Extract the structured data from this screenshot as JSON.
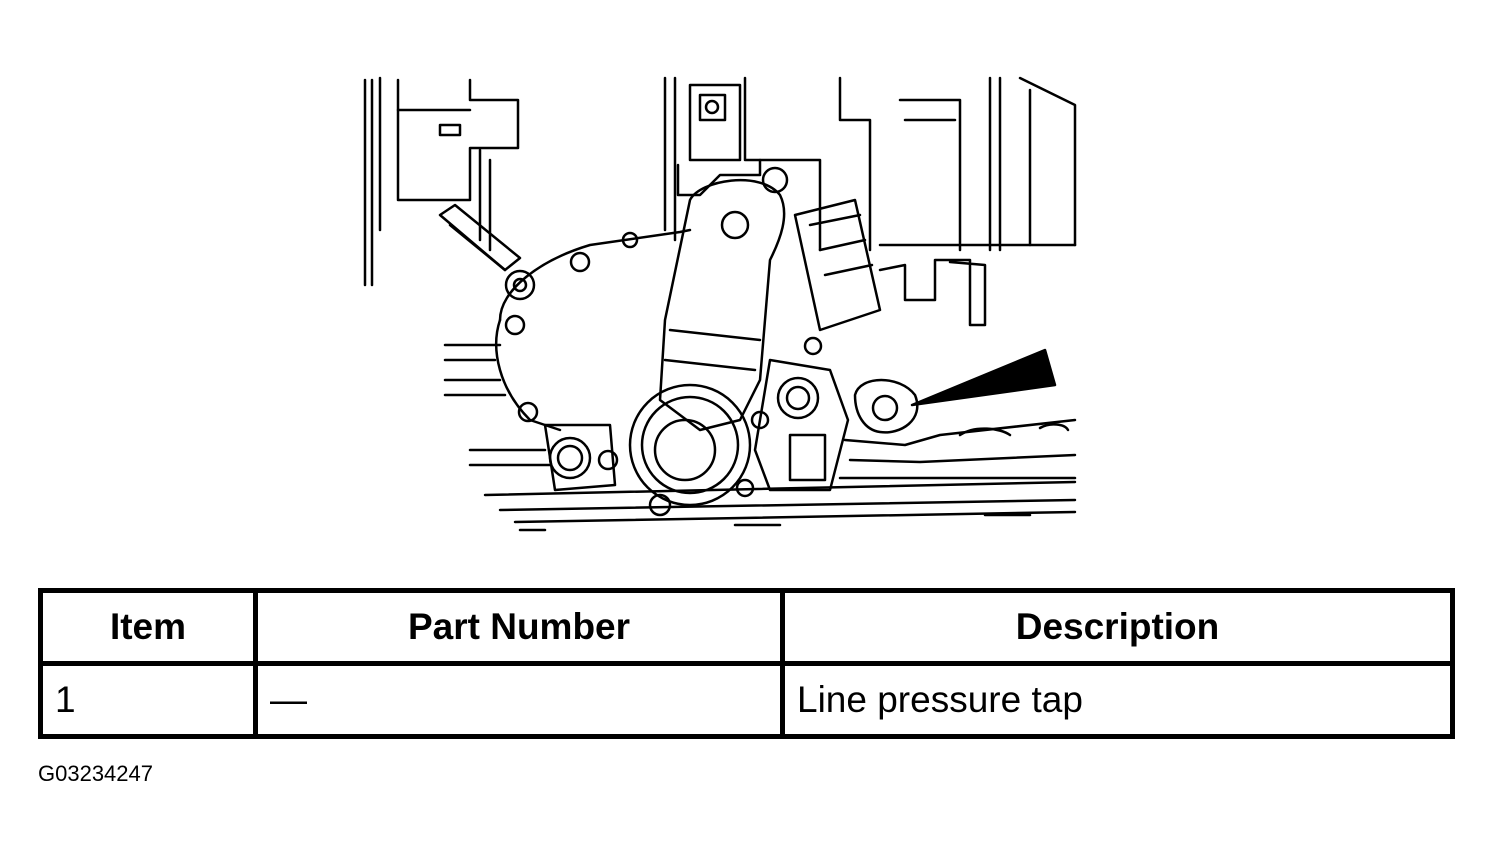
{
  "table": {
    "headers": [
      "Item",
      "Part Number",
      "Description"
    ],
    "rows": [
      {
        "item": "1",
        "part_number": "—",
        "description": "Line pressure tap"
      }
    ]
  },
  "figure_id": "G03234247",
  "icons": [
    "line-pressure-tap-arrow-icon"
  ]
}
